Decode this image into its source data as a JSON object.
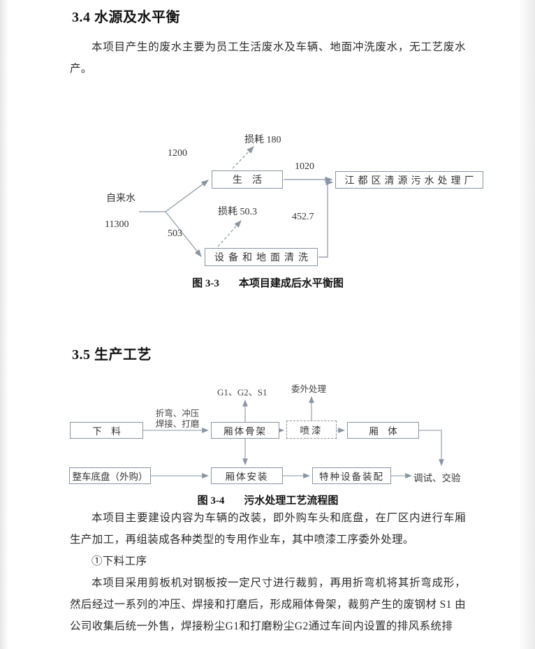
{
  "doc": {
    "s34": {
      "heading": "3.4 水源及水平衡",
      "para": "本项目产生的废水主要为员工生活废水及车辆、地面冲洗废水，无工艺废水产。"
    },
    "fig33": {
      "loss_life": "损耗 180",
      "in_life": "1200",
      "out_life": "1020",
      "box_life": "生　活",
      "box_plant": "江都区清源污水处理厂",
      "source": "自来水",
      "loss_clean": "损耗 50.3",
      "out_clean": "452.7",
      "source_value": "11300",
      "in_clean": "503",
      "box_clean": "设备和地面清洗",
      "cap_num": "图 3-3",
      "cap_text": "本项目建成后水平衡图"
    },
    "s35": {
      "heading": "3.5 生产工艺"
    },
    "fig34": {
      "waste_codes": "G1、G2、S1",
      "outsource": "委外处理",
      "box_cut": "下　料",
      "edge1": "折弯、冲压",
      "edge2": "焊接、打磨",
      "box_frame": "厢体骨架",
      "box_paint": "喷漆",
      "box_body": "厢　体",
      "box_chassis": "整车底盘（外购）",
      "box_install": "厢体安装",
      "box_assembly": "特种设备装配",
      "final": "调试、交验",
      "cap_num": "图 3-4",
      "cap_text": "污水处理工艺流程图"
    },
    "p1": "本项目主要建设内容为车辆的改装，即外购车头和底盘，在厂区内进行车厢生产加工，再组装成各种类型的专用作业车，其中喷漆工序委外处理。",
    "p2": "①下料工序",
    "p3": "本项目采用剪板机对钢板按一定尺寸进行裁剪，再用折弯机将其折弯成形，然后经过一系列的冲压、焊接和打磨后，形成厢体骨架，裁剪产生的废钢材 S1 由公司收集后统一外售，焊接粉尘G1和打磨粉尘G2通过车间内设置的排风系统排"
  }
}
